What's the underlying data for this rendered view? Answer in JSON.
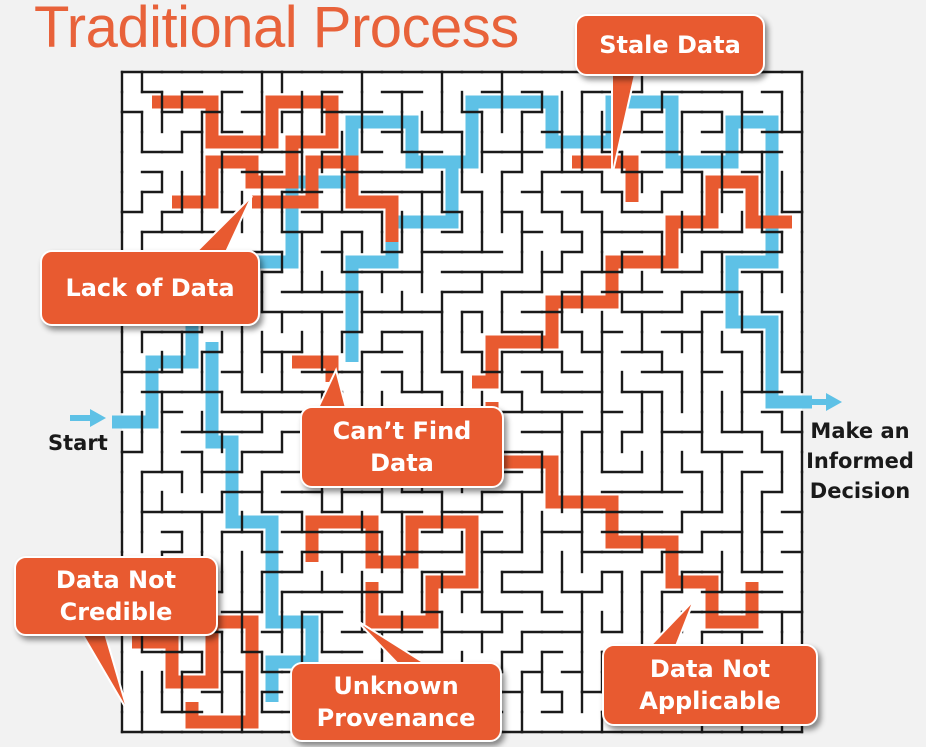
{
  "title": "Traditional Process",
  "start_label": "Start",
  "end_label": "Make an\nInformed\nDecision",
  "callouts": {
    "stale": "Stale Data",
    "lack": "Lack of Data",
    "cantfind": "Can’t Find\nData",
    "credible": "Data Not\nCredible",
    "provenance": "Unknown\nProvenance",
    "applicable": "Data Not\nApplicable"
  },
  "colors": {
    "accent": "#e85a30",
    "blue_path": "#5ec1e6",
    "orange_path": "#e85a30",
    "maze_wall": "#1a1a1a"
  }
}
